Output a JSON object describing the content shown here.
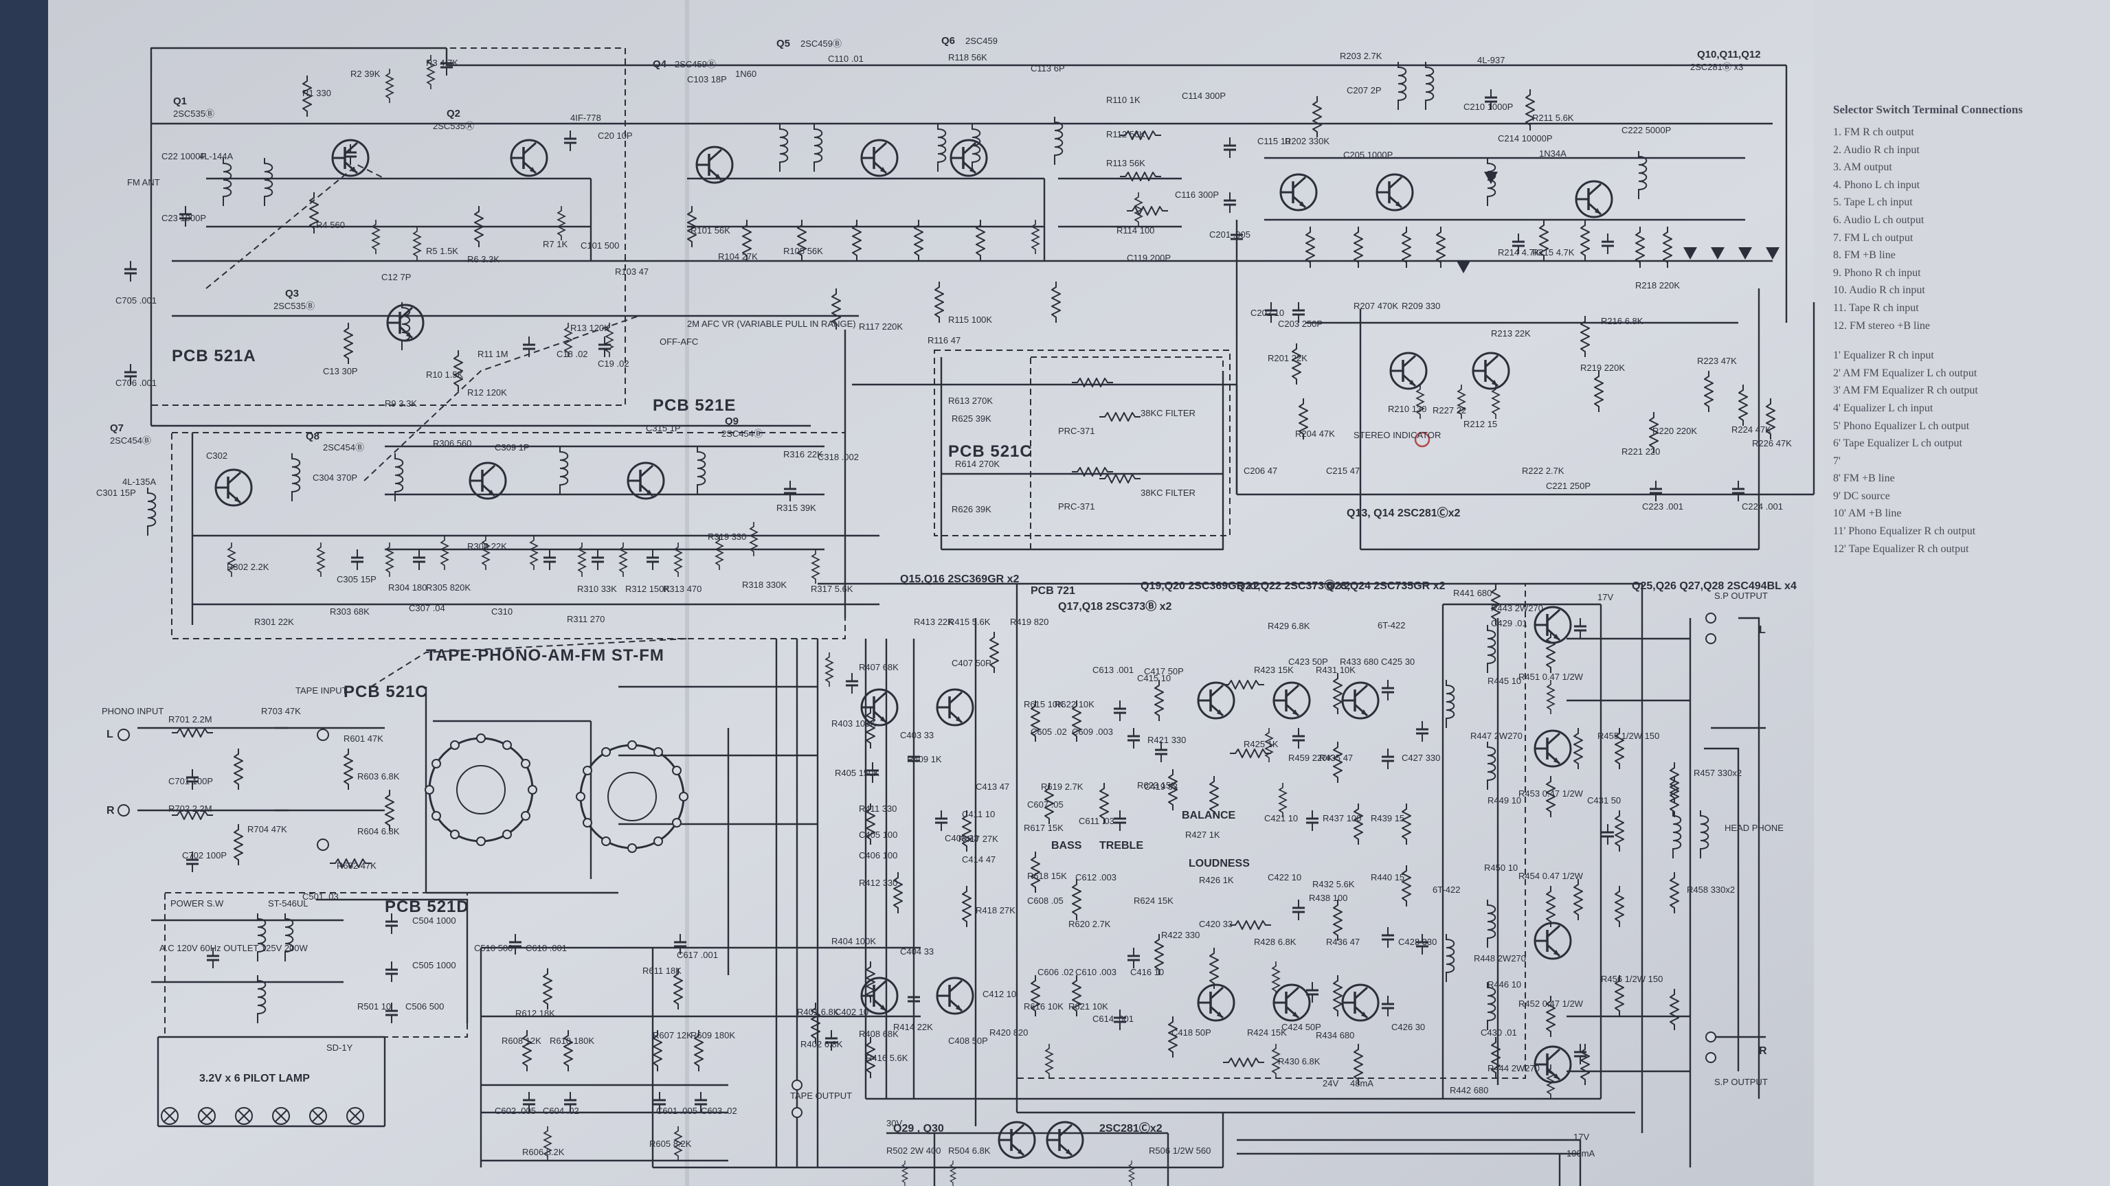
{
  "pcb_labels": {
    "a": "PCB 521A",
    "e": "PCB 521E",
    "c1": "PCB 521C",
    "c2": "PCB 521C",
    "d": "PCB 521D",
    "main": "PCB 721"
  },
  "top_transistors": [
    {
      "id": "q1",
      "label": "Q1",
      "part": "2SC535Ⓑ"
    },
    {
      "id": "q2",
      "label": "Q2",
      "part": "2SC535Ⓐ"
    },
    {
      "id": "q3",
      "label": "Q3",
      "part": "2SC535Ⓑ"
    },
    {
      "id": "q4",
      "label": "Q4",
      "part": "2SC459Ⓑ"
    },
    {
      "id": "q5",
      "label": "Q5",
      "part": "2SC459Ⓑ"
    },
    {
      "id": "q6",
      "label": "Q6",
      "part": "2SC459"
    },
    {
      "id": "q7",
      "label": "Q7",
      "part": "2SC454Ⓑ"
    },
    {
      "id": "q8",
      "label": "Q8",
      "part": "2SC454Ⓑ"
    },
    {
      "id": "q9",
      "label": "Q9",
      "part": "2SC454Ⓑ"
    },
    {
      "id": "q1012",
      "label": "Q10,Q11,Q12",
      "part": "2SC281Ⓑ x3"
    }
  ],
  "quad_q13_q14": "Q13, Q14  2SC281Ⓒx2",
  "amp_group_labels": [
    {
      "id": "g1516",
      "text": "Q15,Q16  2SC369GR x2"
    },
    {
      "id": "g1718",
      "text": "Q17,Q18  2SC373Ⓑ x2"
    },
    {
      "id": "g1920",
      "text": "Q19,Q20  2SC369GR x2"
    },
    {
      "id": "g2122",
      "text": "Q21,Q22  2SC373Ⓑ x2"
    },
    {
      "id": "g2324",
      "text": "Q23,Q24  2SC735GR x2"
    },
    {
      "id": "g2528",
      "text": "Q25,Q26  Q27,Q28  2SC494BL x4"
    },
    {
      "id": "g2930",
      "text": "Q29 , Q30"
    },
    {
      "id": "g2930b",
      "text": "2SC281Ⓒx2"
    }
  ],
  "texts": {
    "fm_ant": "FM ANT",
    "tape_phono": "TAPE-PHONO-AM-FM ST-FM",
    "phono_input": "PHONO INPUT",
    "tape_input": "TAPE INPUT",
    "power_sw": "POWER S.W",
    "ac_outlet": "A.C 120V 60Hz OUTLET 125V 200W",
    "pilot_lamp": "3.2V x 6  PILOT LAMP",
    "stereo_indicator": "STEREO INDICATOR",
    "filter1": "38KC FILTER",
    "filter2": "38KC FILTER",
    "prc1": "PRC-371",
    "prc2": "PRC-371",
    "afc": "OFF-AFC",
    "afc_vr": "2M AFC VR (VARIABLE PULL IN RANGE)",
    "bass": "BASS",
    "treble": "TREBLE",
    "balance": "BALANCE",
    "loudness": "LOUDNESS",
    "sp_out_top": "S.P OUTPUT",
    "sp_out_bot": "S.P OUTPUT",
    "head_phone": "HEAD PHONE",
    "tape_output": "TAPE OUTPUT",
    "l1": "L",
    "r1": "R",
    "l2": "L",
    "r2": "R",
    "v17": "17V",
    "v17b": "17V",
    "v24": "24V",
    "ma48": "48mA",
    "ma100": "100mA",
    "v30": "30V",
    "st546": "ST-546UL",
    "sd1y": "SD-1Y",
    "if778": "4IF-778",
    "l937": "4L-937",
    "l144a": "4L-144A",
    "l135a": "4L-135A",
    "in60": "1N60",
    "in34a": "1N34A"
  },
  "legend": {
    "title": "Selector Switch Terminal Connections",
    "items": [
      "1. FM R ch output",
      "2. Audio R ch input",
      "3. AM output",
      "4. Phono L ch input",
      "5. Tape L ch input",
      "6. Audio L ch output",
      "7. FM L ch output",
      "8. FM +B line",
      "9. Phono R ch input",
      "10. Audio R ch input",
      "11. Tape R ch input",
      "12. FM stereo +B line"
    ],
    "items2": [
      "1' Equalizer R ch input",
      "2' AM FM Equalizer L ch output",
      "3' AM FM Equalizer R ch output",
      "4' Equalizer L ch input",
      "5' Phono Equalizer L ch output",
      "6' Tape Equalizer L ch output",
      "7'",
      "8' FM +B line",
      "9' DC source",
      "10' AM +B line",
      "11' Phono Equalizer R ch output",
      "12' Tape Equalizer R ch output"
    ]
  },
  "components": [
    {
      "id": "c1",
      "text": "R1 330"
    },
    {
      "id": "c2",
      "text": "R2 39K"
    },
    {
      "id": "c3",
      "text": "R3 4.7K"
    },
    {
      "id": "c4",
      "text": "C22 1000P"
    },
    {
      "id": "c5",
      "text": "C23 1000P"
    },
    {
      "id": "c6",
      "text": "C705 .001"
    },
    {
      "id": "c7",
      "text": "C706 .001"
    },
    {
      "id": "c8",
      "text": "R4 560"
    },
    {
      "id": "c9",
      "text": "R5 1.5K"
    },
    {
      "id": "c10",
      "text": "R6 3.3K"
    },
    {
      "id": "c11",
      "text": "R7 1K"
    },
    {
      "id": "c12",
      "text": "C12 7P"
    },
    {
      "id": "c13",
      "text": "C13 30P"
    },
    {
      "id": "c14",
      "text": "R9 3.3K"
    },
    {
      "id": "c15",
      "text": "R10 1.5K"
    },
    {
      "id": "c16",
      "text": "R11 1M"
    },
    {
      "id": "c17",
      "text": "R12 120K"
    },
    {
      "id": "c18",
      "text": "R13 120K"
    },
    {
      "id": "c19",
      "text": "C18 .02"
    },
    {
      "id": "c20",
      "text": "C19 .02"
    },
    {
      "id": "c21",
      "text": "C20 10P"
    },
    {
      "id": "c22",
      "text": "C101 500"
    },
    {
      "id": "c23",
      "text": "R103 47"
    },
    {
      "id": "c24",
      "text": "C103 18P"
    },
    {
      "id": "c25",
      "text": "R101 56K"
    },
    {
      "id": "c26",
      "text": "R104 27K"
    },
    {
      "id": "c27",
      "text": "R105 56K"
    },
    {
      "id": "c28",
      "text": "C110 .01"
    },
    {
      "id": "c29",
      "text": "R118 56K"
    },
    {
      "id": "c30",
      "text": "C113 6P"
    },
    {
      "id": "c31",
      "text": "R110 1K"
    },
    {
      "id": "c32",
      "text": "R112 56K"
    },
    {
      "id": "c33",
      "text": "R113 56K"
    },
    {
      "id": "c34",
      "text": "C114 300P"
    },
    {
      "id": "c35",
      "text": "C116 300P"
    },
    {
      "id": "c36",
      "text": "C115 10"
    },
    {
      "id": "c37",
      "text": "R114 100"
    },
    {
      "id": "c38",
      "text": "C119 200P"
    },
    {
      "id": "c39",
      "text": "C201 .005"
    },
    {
      "id": "c40",
      "text": "R117 220K"
    },
    {
      "id": "c41",
      "text": "R115 100K"
    },
    {
      "id": "c42",
      "text": "R116 47"
    },
    {
      "id": "c43",
      "text": "R613 270K"
    },
    {
      "id": "c44",
      "text": "R625 39K"
    },
    {
      "id": "c45",
      "text": "R614 270K"
    },
    {
      "id": "c46",
      "text": "R626 39K"
    },
    {
      "id": "c47",
      "text": "R203 2.7K"
    },
    {
      "id": "c48",
      "text": "C207 2P"
    },
    {
      "id": "c49",
      "text": "C210 1000P"
    },
    {
      "id": "c50",
      "text": "R211 5.6K"
    },
    {
      "id": "c51",
      "text": "C205 1000P"
    },
    {
      "id": "c52",
      "text": "C214 10000P"
    },
    {
      "id": "c53",
      "text": "C222 5000P"
    },
    {
      "id": "c54",
      "text": "R202 330K"
    },
    {
      "id": "c55",
      "text": "R209 330"
    },
    {
      "id": "c56",
      "text": "R207 470K"
    },
    {
      "id": "c57",
      "text": "R214 4.7K"
    },
    {
      "id": "c58",
      "text": "R215 4.7K"
    },
    {
      "id": "c59",
      "text": "R218 220K"
    },
    {
      "id": "c60",
      "text": "C202 10"
    },
    {
      "id": "c61",
      "text": "C203 250P"
    },
    {
      "id": "c62",
      "text": "R201 22K"
    },
    {
      "id": "c63",
      "text": "R204 47K"
    },
    {
      "id": "c64",
      "text": "R210 130"
    },
    {
      "id": "c65",
      "text": "R227 22"
    },
    {
      "id": "c66",
      "text": "R212 15"
    },
    {
      "id": "c67",
      "text": "R213 22K"
    },
    {
      "id": "c68",
      "text": "R216 6.8K"
    },
    {
      "id": "c69",
      "text": "R219 220K"
    },
    {
      "id": "c70",
      "text": "R220 220K"
    },
    {
      "id": "c71",
      "text": "R221 220"
    },
    {
      "id": "c72",
      "text": "R222 2.7K"
    },
    {
      "id": "c73",
      "text": "C221 250P"
    },
    {
      "id": "c74",
      "text": "C223 .001"
    },
    {
      "id": "c75",
      "text": "C224 .001"
    },
    {
      "id": "c76",
      "text": "R223 47K"
    },
    {
      "id": "c77",
      "text": "R224 47K"
    },
    {
      "id": "c78",
      "text": "R226 47K"
    },
    {
      "id": "c79",
      "text": "C206 47"
    },
    {
      "id": "c80",
      "text": "C215 47"
    },
    {
      "id": "c81",
      "text": "C301 15P"
    },
    {
      "id": "c82",
      "text": "C302"
    },
    {
      "id": "c83",
      "text": "R302 2.2K"
    },
    {
      "id": "c84",
      "text": "R301 22K"
    },
    {
      "id": "c85",
      "text": "R303 68K"
    },
    {
      "id": "c86",
      "text": "C305 15P"
    },
    {
      "id": "c87",
      "text": "C304 370P"
    },
    {
      "id": "c88",
      "text": "R304 180"
    },
    {
      "id": "c89",
      "text": "C307 .04"
    },
    {
      "id": "c90",
      "text": "R305 820K"
    },
    {
      "id": "c91",
      "text": "R306 560"
    },
    {
      "id": "c92",
      "text": "R308 22K"
    },
    {
      "id": "c93",
      "text": "C309 1P"
    },
    {
      "id": "c94",
      "text": "C310"
    },
    {
      "id": "c95",
      "text": "R311 270"
    },
    {
      "id": "c96",
      "text": "R310 33K"
    },
    {
      "id": "c97",
      "text": "R312 150K"
    },
    {
      "id": "c98",
      "text": "R313 470"
    },
    {
      "id": "c99",
      "text": "C315 1P"
    },
    {
      "id": "c100",
      "text": "R316 22K"
    },
    {
      "id": "c101",
      "text": "R315 39K"
    },
    {
      "id": "c102",
      "text": "R318 330K"
    },
    {
      "id": "c103",
      "text": "R317 5.6K"
    },
    {
      "id": "c104",
      "text": "C318 .002"
    },
    {
      "id": "c105",
      "text": "R319 330"
    },
    {
      "id": "c106",
      "text": "R701 2.2M"
    },
    {
      "id": "c107",
      "text": "R703 47K"
    },
    {
      "id": "c108",
      "text": "C701 100P"
    },
    {
      "id": "c109",
      "text": "R702 2.2M"
    },
    {
      "id": "c110",
      "text": "R704 47K"
    },
    {
      "id": "c111",
      "text": "C702 100P"
    },
    {
      "id": "c112",
      "text": "R601 47K"
    },
    {
      "id": "c113",
      "text": "R603 6.8K"
    },
    {
      "id": "c114",
      "text": "R604 6.8K"
    },
    {
      "id": "c115",
      "text": "R602 47K"
    },
    {
      "id": "c116",
      "text": "C501 .03"
    },
    {
      "id": "c117",
      "text": "C504 1000"
    },
    {
      "id": "c118",
      "text": "C505 1000"
    },
    {
      "id": "c119",
      "text": "R501 10"
    },
    {
      "id": "c120",
      "text": "C506 500"
    },
    {
      "id": "c121",
      "text": "C510 500"
    },
    {
      "id": "c122",
      "text": "C618 .001"
    },
    {
      "id": "c123",
      "text": "C617 .001"
    },
    {
      "id": "c124",
      "text": "R612 18K"
    },
    {
      "id": "c125",
      "text": "R611 18K"
    },
    {
      "id": "c126",
      "text": "R608 12K"
    },
    {
      "id": "c127",
      "text": "R610 180K"
    },
    {
      "id": "c128",
      "text": "R607 12K"
    },
    {
      "id": "c129",
      "text": "R609 180K"
    },
    {
      "id": "c130",
      "text": "C602 .005"
    },
    {
      "id": "c131",
      "text": "C604 .02"
    },
    {
      "id": "c132",
      "text": "C601 .005"
    },
    {
      "id": "c133",
      "text": "C603 .02"
    },
    {
      "id": "c134",
      "text": "R606 8.2K"
    },
    {
      "id": "c135",
      "text": "R605 8.2K"
    },
    {
      "id": "c136",
      "text": "R407 68K"
    },
    {
      "id": "c137",
      "text": "R413 22K"
    },
    {
      "id": "c138",
      "text": "R415 5.6K"
    },
    {
      "id": "c139",
      "text": "C407 50P"
    },
    {
      "id": "c140",
      "text": "R403 100K"
    },
    {
      "id": "c141",
      "text": "R405 150K"
    },
    {
      "id": "c142",
      "text": "C403 33"
    },
    {
      "id": "c143",
      "text": "R409 1K"
    },
    {
      "id": "c144",
      "text": "R411 330"
    },
    {
      "id": "c145",
      "text": "C405 100"
    },
    {
      "id": "c146",
      "text": "C406 100"
    },
    {
      "id": "c147",
      "text": "R412 330"
    },
    {
      "id": "c148",
      "text": "C409 33"
    },
    {
      "id": "c149",
      "text": "C413 47"
    },
    {
      "id": "c150",
      "text": "C411 10"
    },
    {
      "id": "c151",
      "text": "R417 27K"
    },
    {
      "id": "c152",
      "text": "C414 47"
    },
    {
      "id": "c153",
      "text": "R418 27K"
    },
    {
      "id": "c154",
      "text": "R404 100K"
    },
    {
      "id": "c155",
      "text": "C404 33"
    },
    {
      "id": "c156",
      "text": "C402 10"
    },
    {
      "id": "c157",
      "text": "R401 6.8K"
    },
    {
      "id": "c158",
      "text": "R402 6.8K"
    },
    {
      "id": "c159",
      "text": "R408 68K"
    },
    {
      "id": "c160",
      "text": "R414 22K"
    },
    {
      "id": "c161",
      "text": "R416 5.6K"
    },
    {
      "id": "c162",
      "text": "C408 50P"
    },
    {
      "id": "c163",
      "text": "C412 10"
    },
    {
      "id": "c164",
      "text": "R419 820"
    },
    {
      "id": "c165",
      "text": "R420 820"
    },
    {
      "id": "c166",
      "text": "R615 10K"
    },
    {
      "id": "c167",
      "text": "R622 10K"
    },
    {
      "id": "c168",
      "text": "C605 .02"
    },
    {
      "id": "c169",
      "text": "C609 .003"
    },
    {
      "id": "c170",
      "text": "C613 .001"
    },
    {
      "id": "c171",
      "text": "R619 2.7K"
    },
    {
      "id": "c172",
      "text": "C607 .05"
    },
    {
      "id": "c173",
      "text": "R617 15K"
    },
    {
      "id": "c174",
      "text": "C611 .03"
    },
    {
      "id": "c175",
      "text": "R623 15K"
    },
    {
      "id": "c176",
      "text": "R618 15K"
    },
    {
      "id": "c177",
      "text": "C608 .05"
    },
    {
      "id": "c178",
      "text": "C612 .003"
    },
    {
      "id": "c179",
      "text": "R620 2.7K"
    },
    {
      "id": "c180",
      "text": "R624 15K"
    },
    {
      "id": "c181",
      "text": "R616 10K"
    },
    {
      "id": "c182",
      "text": "R621 10K"
    },
    {
      "id": "c183",
      "text": "C606 .02"
    },
    {
      "id": "c184",
      "text": "C610 .003"
    },
    {
      "id": "c185",
      "text": "C614 .001"
    },
    {
      "id": "c186",
      "text": "C415 10"
    },
    {
      "id": "c187",
      "text": "C417 50P"
    },
    {
      "id": "c188",
      "text": "R421 330"
    },
    {
      "id": "c189",
      "text": "C419 33"
    },
    {
      "id": "c190",
      "text": "R427 1K"
    },
    {
      "id": "c191",
      "text": "R429 6.8K"
    },
    {
      "id": "c192",
      "text": "R423 15K"
    },
    {
      "id": "c193",
      "text": "C423 50P"
    },
    {
      "id": "c194",
      "text": "R431 10K"
    },
    {
      "id": "c195",
      "text": "R433 680"
    },
    {
      "id": "c196",
      "text": "C425 30"
    },
    {
      "id": "c197",
      "text": "R425 1K"
    },
    {
      "id": "c198",
      "text": "R459 220K"
    },
    {
      "id": "c199",
      "text": "R435 47"
    },
    {
      "id": "c200",
      "text": "C427 330"
    },
    {
      "id": "c201",
      "text": "C421 10"
    },
    {
      "id": "c202",
      "text": "R437 100"
    },
    {
      "id": "c203",
      "text": "R439 15"
    },
    {
      "id": "c204",
      "text": "R441 680"
    },
    {
      "id": "c205",
      "text": "R443 2W270"
    },
    {
      "id": "c206",
      "text": "C429 .01"
    },
    {
      "id": "c207",
      "text": "R451 0.47 1/2W"
    },
    {
      "id": "c208",
      "text": "R445 10"
    },
    {
      "id": "c209",
      "text": "R447 2W270"
    },
    {
      "id": "c210",
      "text": "R453 0.47 1/2W"
    },
    {
      "id": "c211",
      "text": "R449 10"
    },
    {
      "id": "c212",
      "text": "R455 1/2W 150"
    },
    {
      "id": "c213",
      "text": "C431 50"
    },
    {
      "id": "c214",
      "text": "R457 330x2"
    },
    {
      "id": "c215",
      "text": "R458 330x2"
    },
    {
      "id": "c216",
      "text": "R426 1K"
    },
    {
      "id": "c217",
      "text": "C422 10"
    },
    {
      "id": "c218",
      "text": "R432 5.6K"
    },
    {
      "id": "c219",
      "text": "R438 100"
    },
    {
      "id": "c220",
      "text": "R440 15"
    },
    {
      "id": "c221",
      "text": "C420 33"
    },
    {
      "id": "c222",
      "text": "R428 6.8K"
    },
    {
      "id": "c223",
      "text": "R436 47"
    },
    {
      "id": "c224",
      "text": "C428 330"
    },
    {
      "id": "c225",
      "text": "R422 330"
    },
    {
      "id": "c226",
      "text": "C416 10"
    },
    {
      "id": "c227",
      "text": "C418 50P"
    },
    {
      "id": "c228",
      "text": "R424 15K"
    },
    {
      "id": "c229",
      "text": "C424 50P"
    },
    {
      "id": "c230",
      "text": "R434 680"
    },
    {
      "id": "c231",
      "text": "C426 30"
    },
    {
      "id": "c232",
      "text": "R430 6.8K"
    },
    {
      "id": "c233",
      "text": "R450 10"
    },
    {
      "id": "c234",
      "text": "R454 0.47 1/2W"
    },
    {
      "id": "c235",
      "text": "R448 2W270"
    },
    {
      "id": "c236",
      "text": "R446 10"
    },
    {
      "id": "c237",
      "text": "R452 0.47 1/2W"
    },
    {
      "id": "c238",
      "text": "C430 .01"
    },
    {
      "id": "c239",
      "text": "R444 2W270"
    },
    {
      "id": "c240",
      "text": "R442 680"
    },
    {
      "id": "c241",
      "text": "R456 1/2W 150"
    },
    {
      "id": "c242",
      "text": "R502 2W 400"
    },
    {
      "id": "c243",
      "text": "R504 6.8K"
    },
    {
      "id": "c244",
      "text": "R506 1/2W 560"
    },
    {
      "id": "c245",
      "text": "6T-422"
    },
    {
      "id": "c246",
      "text": "6T-422"
    }
  ]
}
